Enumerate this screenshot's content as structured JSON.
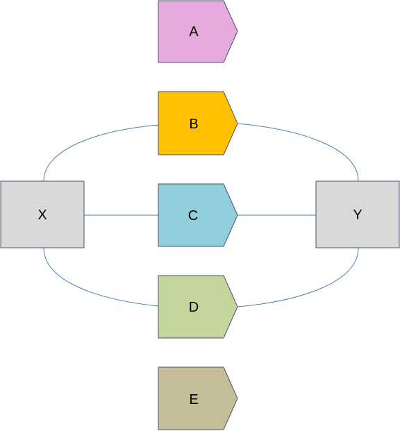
{
  "nodes": {
    "x": {
      "label": "X",
      "color": "#d9d9d9"
    },
    "y": {
      "label": "Y",
      "color": "#d9d9d9"
    },
    "a": {
      "label": "A",
      "color": "#e6a9dc"
    },
    "b": {
      "label": "B",
      "color": "#ffc000"
    },
    "c": {
      "label": "C",
      "color": "#92cddc"
    },
    "d": {
      "label": "D",
      "color": "#c3d69b"
    },
    "e": {
      "label": "E",
      "color": "#c4bd97"
    }
  },
  "connector_color": "#4a7ebb",
  "border_color": "#44546a"
}
